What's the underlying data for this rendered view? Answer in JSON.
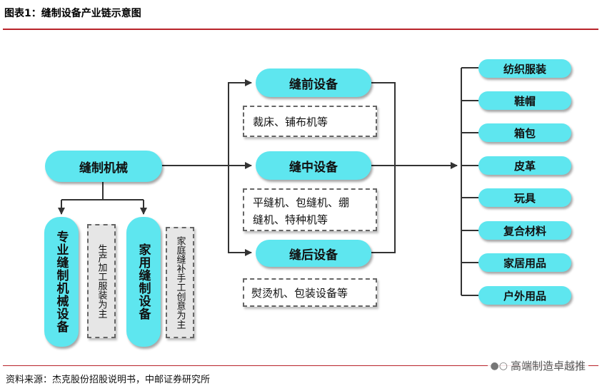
{
  "header": {
    "title": "图表1：缝制设备产业链示意图"
  },
  "diagram": {
    "root": "缝制机械",
    "left_children": [
      {
        "label": "专业缝制机械设备",
        "note": "生产加工服装为主"
      },
      {
        "label": "家用缝制设备",
        "note": "家庭缝补手工创意为主"
      }
    ],
    "middle": [
      {
        "label": "缝前设备",
        "examples": [
          "裁床、铺布机等"
        ]
      },
      {
        "label": "缝中设备",
        "examples": [
          "平缝机、包缝机、绷",
          "缝机、特种机等"
        ]
      },
      {
        "label": "缝后设备",
        "examples": [
          "熨烫机、包装设备等"
        ]
      }
    ],
    "downstream": [
      "纺织服装",
      "鞋帽",
      "箱包",
      "皮革",
      "玩具",
      "复合材料",
      "家居用品",
      "户外用品"
    ]
  },
  "footer": {
    "source": "资料来源：杰克股份招股说明书，中邮证券研究所"
  },
  "watermark": {
    "text": "高端制造卓越推",
    "icon": "wechat-icon"
  },
  "colors": {
    "node_fill": "#5ee6ef",
    "rule": "#b8232a",
    "line": "#333333"
  }
}
